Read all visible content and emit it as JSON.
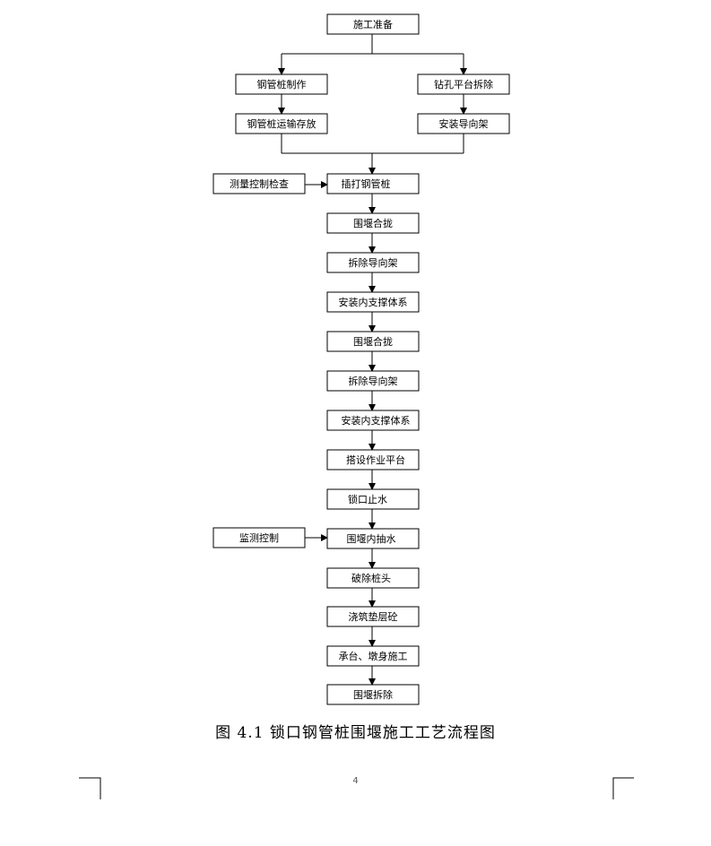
{
  "flowchart": {
    "nodes": {
      "prep": "施工准备",
      "pile_make": "钢管桩制作",
      "pile_store": "钢管桩运输存放",
      "platform_remove": "钻孔平台拆除",
      "guide_install": "安装导向架",
      "survey": "测量控制检查",
      "insert_pile": "插打钢管桩",
      "close1": "围堰合拢",
      "guide_remove1": "拆除导向架",
      "support1": "安装内支撑体系",
      "close2": "围堰合拢",
      "guide_remove2": "拆除导向架",
      "support2": "安装内支撑体系",
      "work_platform": "搭设作业平台",
      "seal": "锁口止水",
      "monitor": "监测控制",
      "pump": "围堰内抽水",
      "pile_head": "破除桩头",
      "cushion": "浇筑垫层砼",
      "cap_pier": "承台、墩身施工",
      "cofferdam_remove": "围堰拆除"
    }
  },
  "caption": "图 4.1  锁口钢管桩围堰施工工艺流程图",
  "page_number": "4"
}
